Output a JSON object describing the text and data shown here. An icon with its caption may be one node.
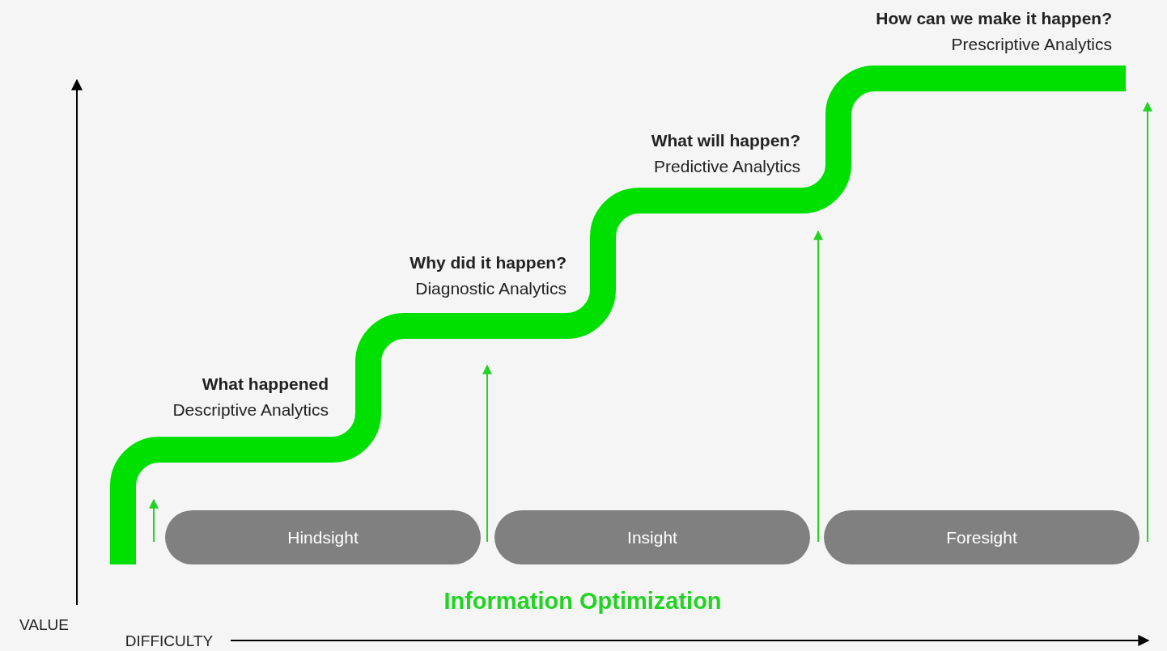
{
  "diagram": {
    "nodes": [
      {
        "text": [
          "Hindsight"
        ]
      },
      {
        "text": [
          "Insight"
        ]
      },
      {
        "text": [
          "Foresight"
        ]
      }
    ],
    "labels": [
      "How can we make it happen?",
      "Prescriptive Analytics",
      "What will happen?",
      "Predictive Analytics",
      "Why did it happen?",
      "Diagnostic Analytics",
      "What happened",
      "Descriptive Analytics",
      "Information Optimization",
      "VALUE",
      "DIFFICULTY"
    ]
  }
}
